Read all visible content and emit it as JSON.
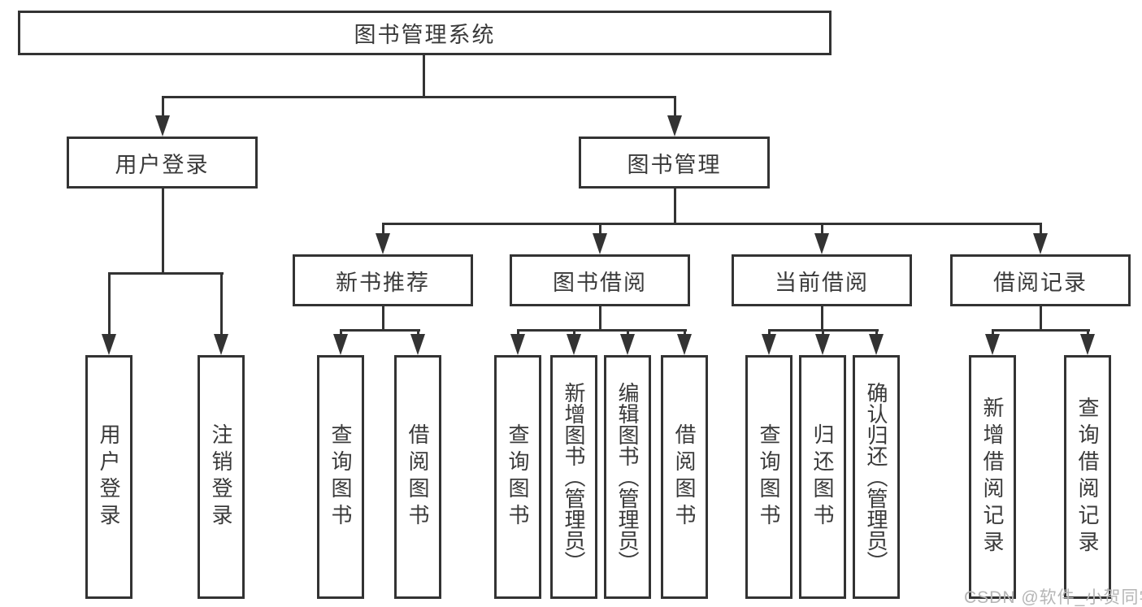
{
  "title": {
    "label": "图书管理系统"
  },
  "level2": {
    "user_login": "用户登录",
    "book_management": "图书管理"
  },
  "level3": {
    "new_book_recommend": "新书推荐",
    "book_borrowing": "图书借阅",
    "current_borrowing": "当前借阅",
    "borrowing_records": "借阅记录"
  },
  "leaves": {
    "user_login": "用户登录",
    "logout": "注销登录",
    "nb_query_books": "查询图书",
    "nb_borrow_books": "借阅图书",
    "bb_query_books": "查询图书",
    "bb_add_books_admin": "新增图书（管理员）",
    "bb_edit_books_admin": "编辑图书（管理员）",
    "bb_borrow_books": "借阅图书",
    "cb_query_books": "查询图书",
    "cb_return_books": "归还图书",
    "cb_confirm_return_admin": "确认归还（管理员）",
    "br_add_record": "新增借阅记录",
    "br_query_record": "查询借阅记录"
  },
  "watermark": "CSDN @软件_小贺同学",
  "colors": {
    "line": "#333333",
    "text": "#3a3a3a",
    "background": "#ffffff",
    "watermark": "#b5b5b5"
  }
}
